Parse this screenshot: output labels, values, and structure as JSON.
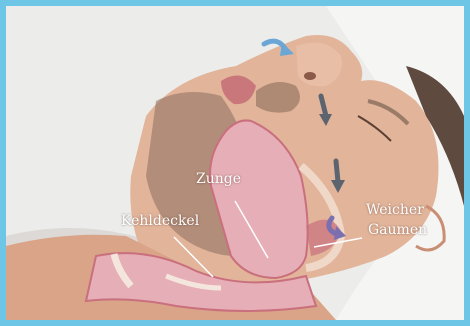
{
  "image": {
    "description_icons": [
      "airflow-arrow-icon"
    ],
    "colors": {
      "frame": "#6ec6e6",
      "background": "#ececea",
      "skin": "#e2b49a",
      "skin_shadow": "#c98f74",
      "beard": "#6b5548",
      "airway": "#e6aeb6",
      "airway_wall": "#c96f7d",
      "arrow_blue": "#6aa6d6",
      "arrow_gray": "#5c6470"
    }
  },
  "labels": {
    "zunge": "Zunge",
    "kehldeckel": "Kehldeckel",
    "weicher": "Weicher",
    "gaumen": "Gaumen"
  }
}
